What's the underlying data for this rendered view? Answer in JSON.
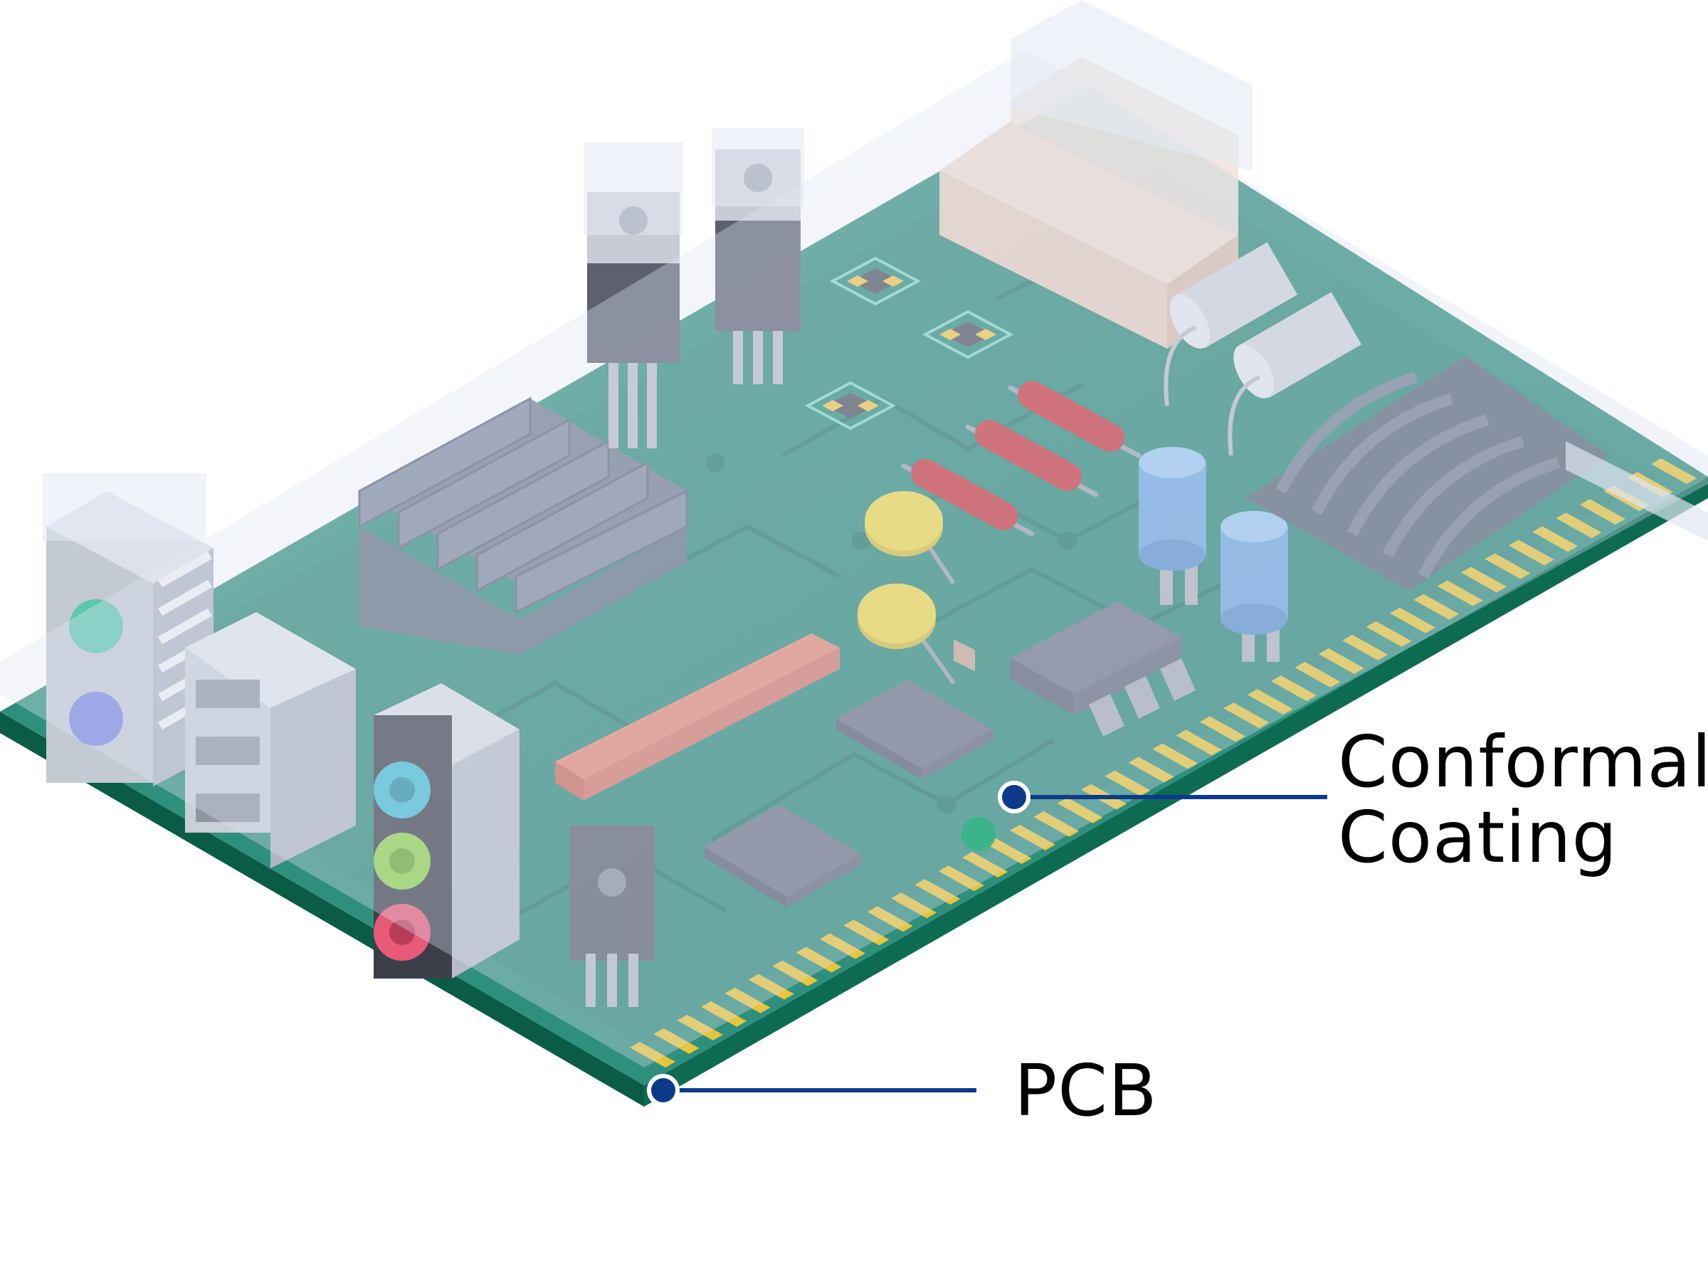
{
  "labels": {
    "conformal_line1": "Conformal",
    "conformal_line2": "Coating",
    "pcb": "PCB"
  },
  "colors": {
    "board_top": "#2f8f7d",
    "board_edge": "#0d6b52",
    "coating": "#d4dcee",
    "callout": "#0d3b8a",
    "gold": "#e8c53a"
  }
}
